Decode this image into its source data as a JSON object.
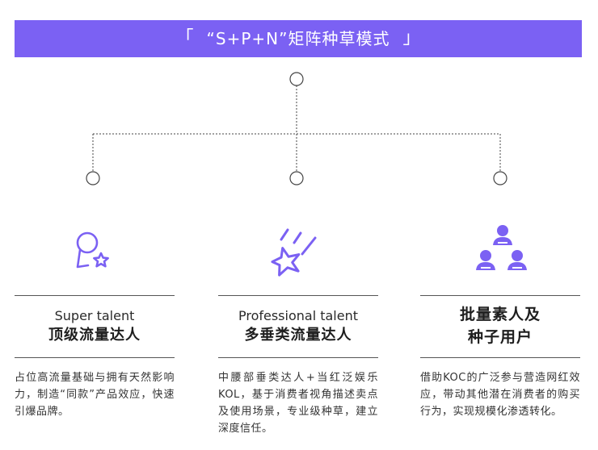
{
  "banner": {
    "left_bracket": "「",
    "title": "“S+P+N”矩阵种草模式",
    "right_bracket": "」",
    "color": "#7b61f3"
  },
  "accent_color": "#7b61f3",
  "columns": [
    {
      "icon": "award-badge-icon",
      "en": "Super talent",
      "zh": "顶级流量达人",
      "zh_line2": "",
      "desc": "占位高流量基础与拥有天然影响力，制造“同款”产品效应，快速引爆品牌。"
    },
    {
      "icon": "shooting-star-icon",
      "en": "Professional talent",
      "zh": "多垂类流量达人",
      "zh_line2": "",
      "desc": "中腰部垂类达人+当红泛娱乐KOL，基于消费者视角描述卖点及使用场景，专业级种草，建立深度信任。"
    },
    {
      "icon": "user-group-icon",
      "en": "",
      "zh": "批量素人及",
      "zh_line2": "种子用户",
      "desc": "借助KOC的广泛参与营造网红效应，带动其他潜在消费者的购买行为，实现规模化渗透转化。"
    }
  ]
}
